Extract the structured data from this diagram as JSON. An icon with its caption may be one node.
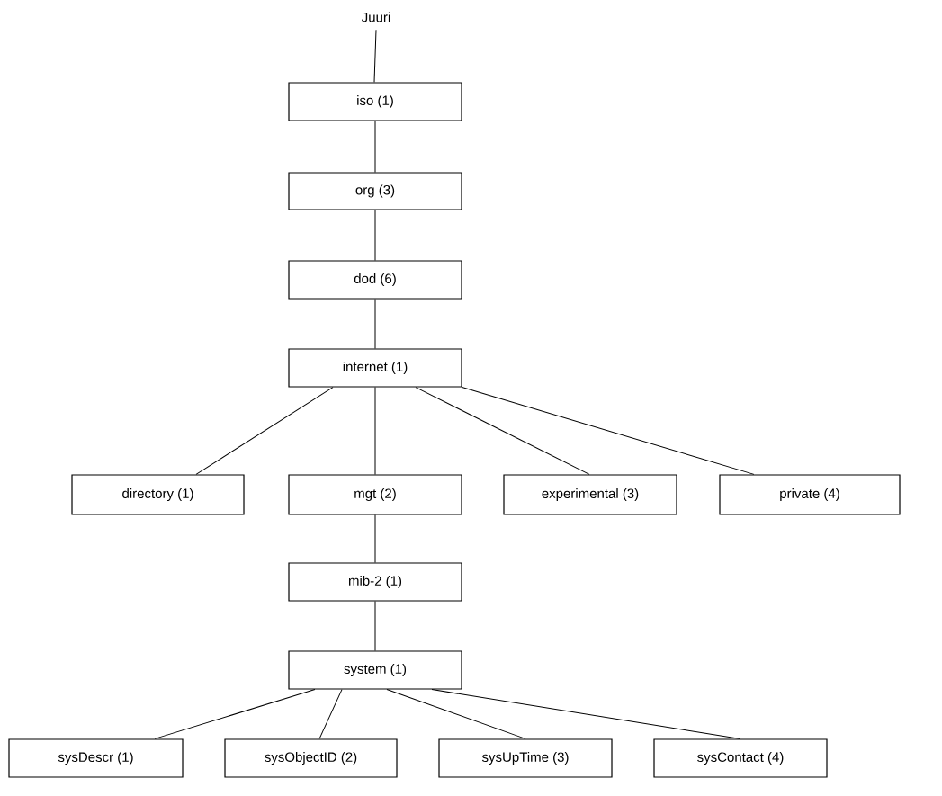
{
  "diagram": {
    "nodes": [
      {
        "text": [
          "Juuri"
        ]
      },
      {
        "text": [
          "iso (1)"
        ]
      },
      {
        "text": [
          "org (3)"
        ]
      },
      {
        "text": [
          "dod (6)"
        ]
      },
      {
        "text": [
          "internet (1)"
        ]
      },
      {
        "text": [
          "directory (1)"
        ]
      },
      {
        "text": [
          "mgt (2)"
        ]
      },
      {
        "text": [
          "experimental (3)"
        ]
      },
      {
        "text": [
          "private (4)"
        ]
      },
      {
        "text": [
          "mib-2 (1)"
        ]
      },
      {
        "text": [
          "system (1)"
        ]
      },
      {
        "text": [
          "sysDescr (1)"
        ]
      },
      {
        "text": [
          "sysObjectID (2)"
        ]
      },
      {
        "text": [
          "sysUpTime (3)"
        ]
      },
      {
        "text": [
          "sysContact (4)"
        ]
      }
    ],
    "edges": [
      {
        "from": 0,
        "to": 1,
        "arrow": "none"
      },
      {
        "from": 1,
        "to": 2,
        "arrow": "none"
      },
      {
        "from": 2,
        "to": 3,
        "arrow": "none"
      },
      {
        "from": 3,
        "to": 4,
        "arrow": "none"
      },
      {
        "from": 4,
        "to": 5,
        "arrow": "none"
      },
      {
        "from": 4,
        "to": 6,
        "arrow": "none"
      },
      {
        "from": 4,
        "to": 7,
        "arrow": "none"
      },
      {
        "from": 4,
        "to": 8,
        "arrow": "none"
      },
      {
        "from": 6,
        "to": 9,
        "arrow": "none"
      },
      {
        "from": 9,
        "to": 10,
        "arrow": "none"
      },
      {
        "from": 10,
        "to": 11,
        "arrow": "none"
      },
      {
        "from": 10,
        "to": 12,
        "arrow": "none"
      },
      {
        "from": 10,
        "to": 13,
        "arrow": "none"
      },
      {
        "from": 10,
        "to": 14,
        "arrow": "none"
      }
    ]
  }
}
